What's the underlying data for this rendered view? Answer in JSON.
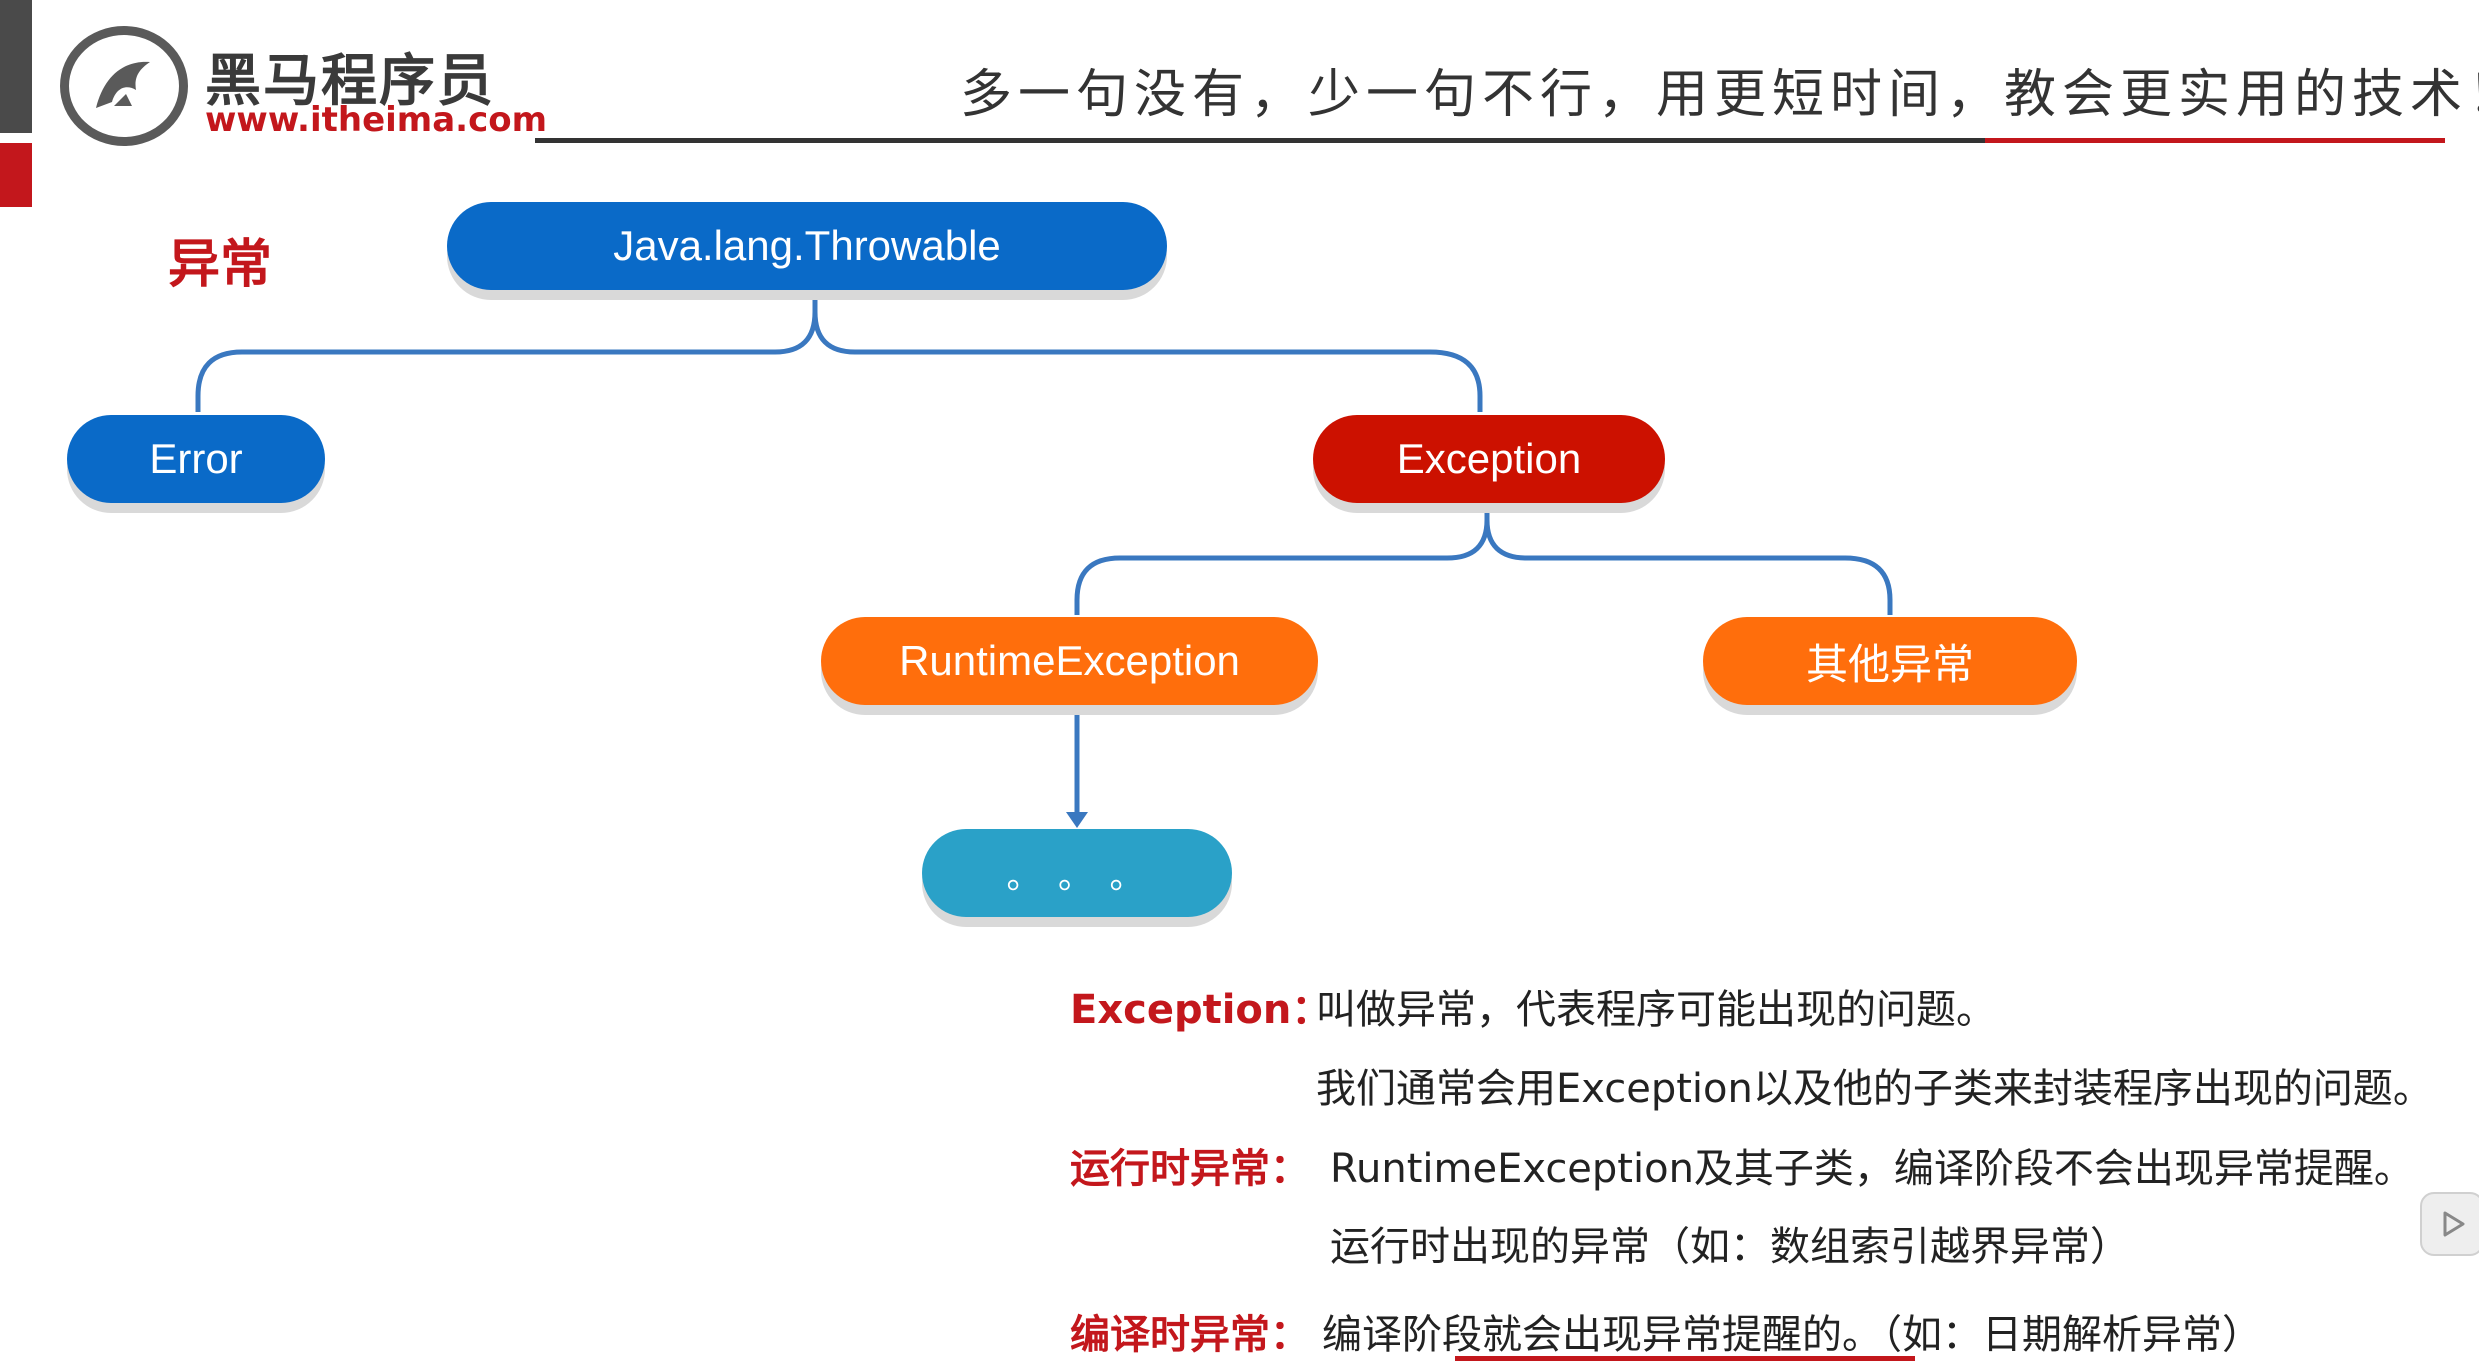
{
  "header": {
    "brand_name": "黑马程序员",
    "brand_url": "www.itheima.com",
    "slogan": "多一句没有，少一句不行，用更短时间，教会更实用的技术！"
  },
  "section_title": "异常",
  "tree": {
    "root": "Java.lang.Throwable",
    "error": "Error",
    "exception": "Exception",
    "runtime": "RuntimeException",
    "other": "其他异常",
    "more": "。 。 。"
  },
  "descriptions": {
    "exception_label": "Exception：",
    "exception_line1": "叫做异常，代表程序可能出现的问题。",
    "exception_line2": "我们通常会用Exception以及他的子类来封装程序出现的问题。",
    "runtime_label": "运行时异常：",
    "runtime_line1": "RuntimeException及其子类，编译阶段不会出现异常提醒。",
    "runtime_line2": "运行时出现的异常（如：数组索引越界异常）",
    "compile_label": "编译时异常：",
    "compile_line1": "编译阶段就会出现异常提醒的。（如：日期解析异常）"
  },
  "colors": {
    "accent_red": "#c3171c",
    "node_blue": "#0a6ac8",
    "node_red": "#cc1100",
    "node_orange": "#ff6e0c",
    "node_teal": "#2aa1c8"
  }
}
